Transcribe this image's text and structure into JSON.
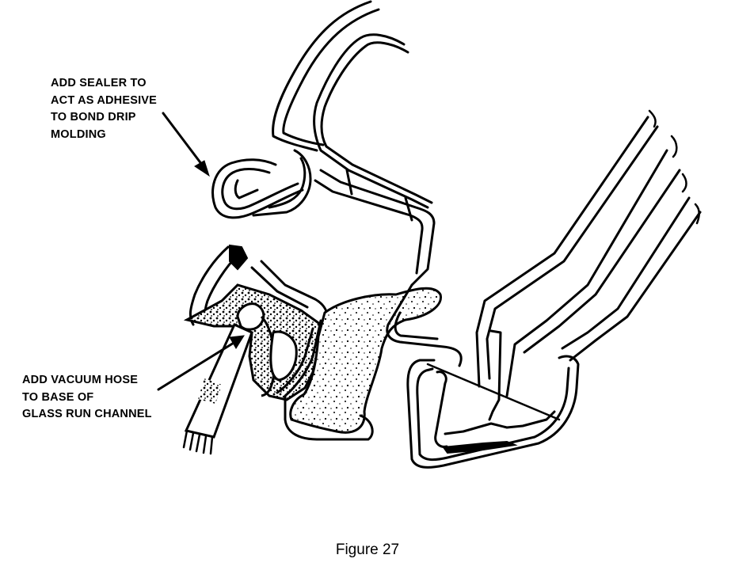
{
  "callouts": {
    "sealer": {
      "lines": [
        "ADD SEALER TO",
        "ACT AS ADHESIVE",
        "TO BOND DRIP",
        "MOLDING"
      ]
    },
    "vacuum_hose": {
      "lines": [
        "ADD VACUUM HOSE",
        "TO BASE OF",
        "GLASS RUN CHANNEL"
      ]
    }
  },
  "caption": "Figure 27",
  "colors": {
    "ink": "#000000",
    "paper": "#ffffff"
  }
}
